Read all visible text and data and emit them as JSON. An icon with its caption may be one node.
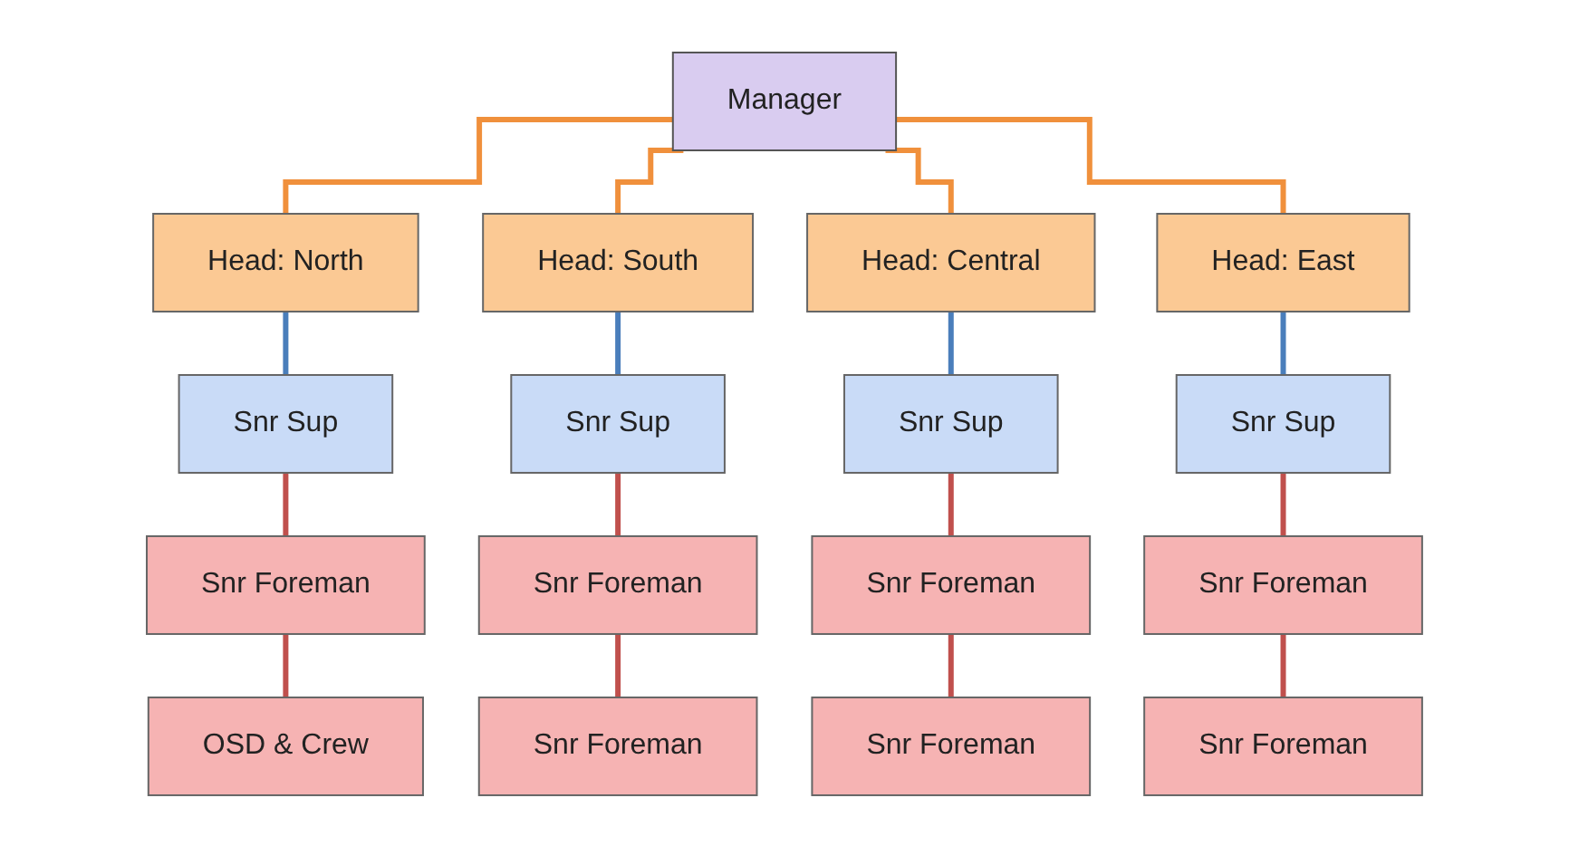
{
  "diagram": {
    "nodes": [
      {
        "text": [
          "Manager"
        ]
      },
      {
        "text": [
          "Head: North"
        ]
      },
      {
        "text": [
          "Head: South"
        ]
      },
      {
        "text": [
          "Head: Central"
        ]
      },
      {
        "text": [
          "Head: East"
        ]
      },
      {
        "text": [
          "Snr Sup"
        ]
      },
      {
        "text": [
          "Snr Sup"
        ]
      },
      {
        "text": [
          "Snr Sup"
        ]
      },
      {
        "text": [
          "Snr Sup"
        ]
      },
      {
        "text": [
          "Snr Foreman"
        ]
      },
      {
        "text": [
          "Snr Foreman"
        ]
      },
      {
        "text": [
          "Snr Foreman"
        ]
      },
      {
        "text": [
          "Snr Foreman"
        ]
      },
      {
        "text": [
          "OSD & Crew"
        ]
      },
      {
        "text": [
          "Snr Foreman"
        ]
      },
      {
        "text": [
          "Snr Foreman"
        ]
      },
      {
        "text": [
          "Snr Foreman"
        ]
      }
    ],
    "edges": [
      {
        "from": 0,
        "to": 1,
        "arrow": "none",
        "color": "#f0903c"
      },
      {
        "from": 0,
        "to": 2,
        "arrow": "none",
        "color": "#f0903c"
      },
      {
        "from": 0,
        "to": 3,
        "arrow": "none",
        "color": "#f0903c"
      },
      {
        "from": 0,
        "to": 4,
        "arrow": "none",
        "color": "#f0903c"
      },
      {
        "from": 1,
        "to": 5,
        "arrow": "none",
        "color": "#4a7ebb"
      },
      {
        "from": 2,
        "to": 6,
        "arrow": "none",
        "color": "#4a7ebb"
      },
      {
        "from": 3,
        "to": 7,
        "arrow": "none",
        "color": "#4a7ebb"
      },
      {
        "from": 4,
        "to": 8,
        "arrow": "none",
        "color": "#4a7ebb"
      },
      {
        "from": 5,
        "to": 9,
        "arrow": "none",
        "color": "#c0504d"
      },
      {
        "from": 6,
        "to": 10,
        "arrow": "none",
        "color": "#c0504d"
      },
      {
        "from": 7,
        "to": 11,
        "arrow": "none",
        "color": "#c0504d"
      },
      {
        "from": 8,
        "to": 12,
        "arrow": "none",
        "color": "#c0504d"
      },
      {
        "from": 9,
        "to": 13,
        "arrow": "none",
        "color": "#c0504d"
      },
      {
        "from": 10,
        "to": 14,
        "arrow": "none",
        "color": "#c0504d"
      },
      {
        "from": 11,
        "to": 15,
        "arrow": "none",
        "color": "#c0504d"
      },
      {
        "from": 12,
        "to": 16,
        "arrow": "none",
        "color": "#c0504d"
      }
    ]
  }
}
